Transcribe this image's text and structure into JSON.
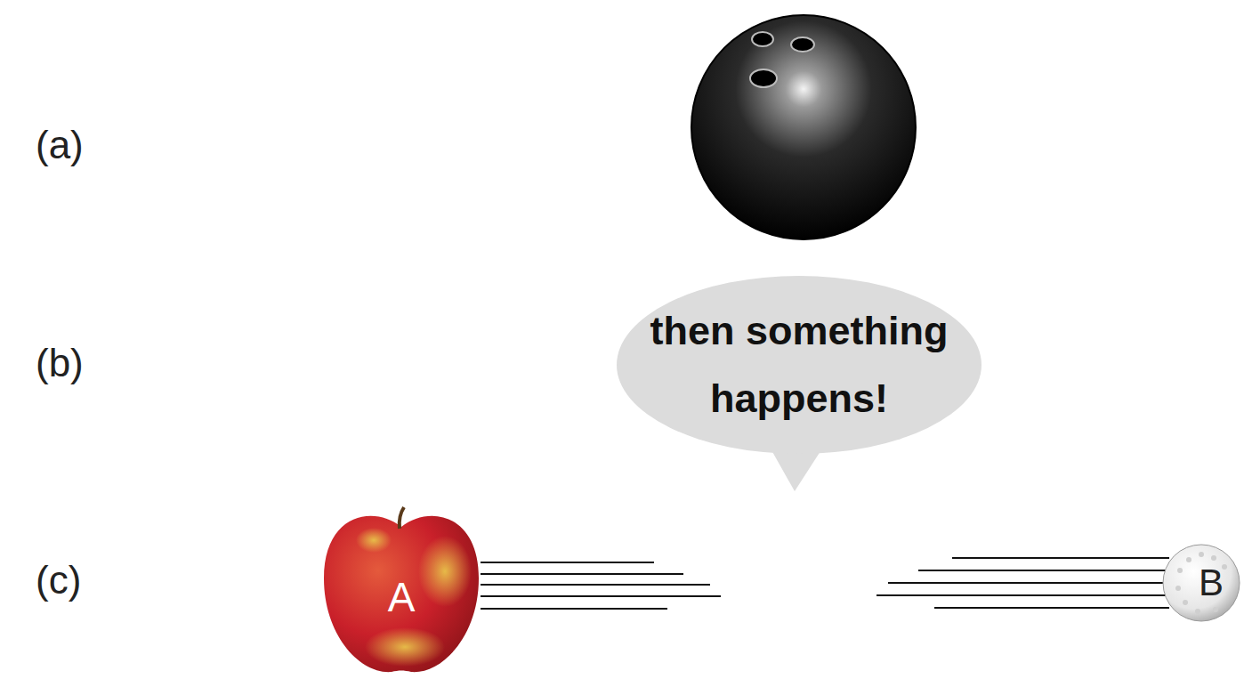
{
  "diagram": {
    "nodes": [
      {
        "text": [
          "then something happens!"
        ]
      },
      {
        "text": [
          "A"
        ]
      },
      {
        "text": [
          "B"
        ]
      }
    ],
    "labels": [
      "(a)",
      "(b)",
      "(c)"
    ]
  }
}
